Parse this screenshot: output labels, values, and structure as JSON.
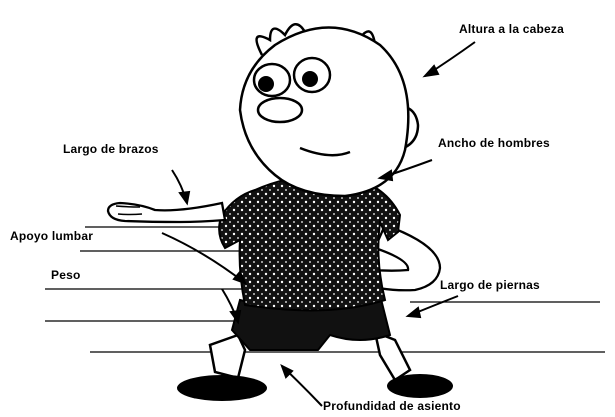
{
  "labels": {
    "head_height": "Altura a la cabeza",
    "shoulder_width": "Ancho de hombres",
    "arm_length": "Largo de brazos",
    "lumbar_support": "Apoyo lumbar",
    "weight": "Peso",
    "leg_length": "Largo de piernas",
    "seat_depth": "Profundidad de asiento"
  },
  "colors": {
    "ink": "#000000",
    "background": "#ffffff"
  }
}
